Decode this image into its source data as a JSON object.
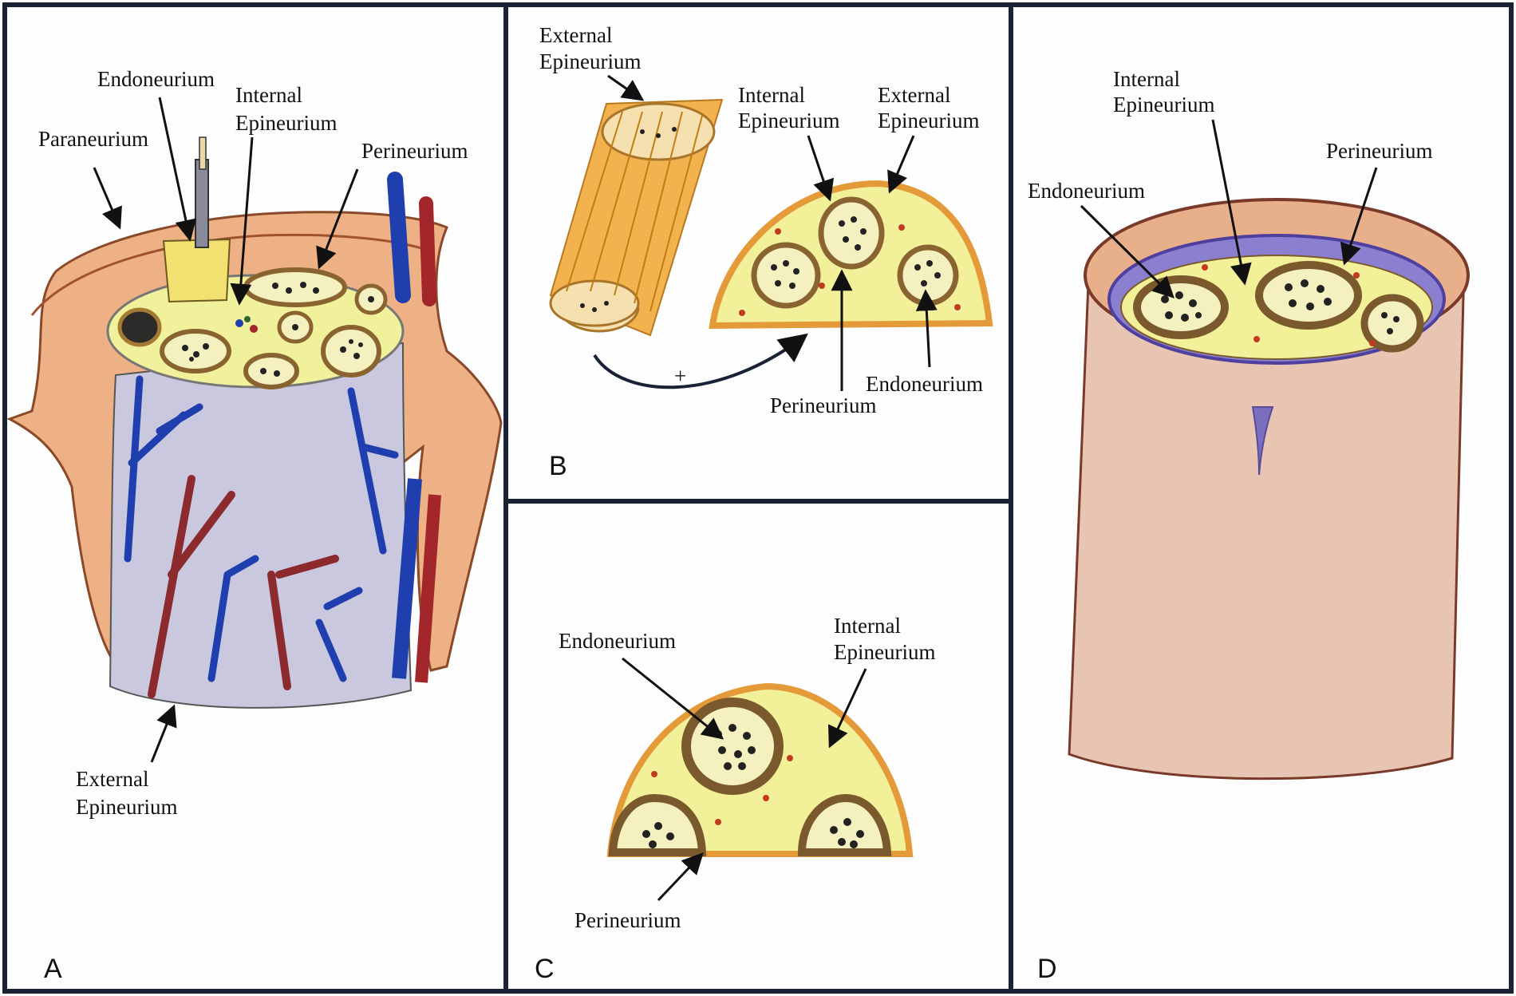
{
  "panels": {
    "a": {
      "letter": "A",
      "labels": {
        "endoneurium": "Endoneurium",
        "internal_epineurium": [
          "Internal",
          "Epineurium"
        ],
        "paraneurium": "Paraneurium",
        "perineurium": "Perineurium",
        "external_epineurium": [
          "External",
          "Epineurium"
        ]
      }
    },
    "b": {
      "letter": "B",
      "labels": {
        "external_epineurium_top": [
          "External",
          "Epineurium"
        ],
        "internal_epineurium": [
          "Internal",
          "Epineurium"
        ],
        "external_epineurium_right": [
          "External",
          "Epineurium"
        ],
        "perineurium": "Perineurium",
        "endoneurium": "Endoneurium",
        "plus_sign": "+"
      }
    },
    "c": {
      "letter": "C",
      "labels": {
        "endoneurium": "Endoneurium",
        "internal_epineurium": [
          "Internal",
          "Epineurium"
        ],
        "perineurium": "Perineurium"
      }
    },
    "d": {
      "letter": "D",
      "labels": {
        "internal_epineurium": [
          "Internal",
          "Epineurium"
        ],
        "perineurium": "Perineurium",
        "endoneurium": "Endoneurium"
      }
    }
  },
  "colors": {
    "border": "#1b2233",
    "epineurium_orange": "#f0a868",
    "paraneurium_tan": "#e9b488",
    "fascicle_fill": "#f3f09a",
    "perineurium_brown": "#7a5a2c",
    "vein_blue": "#1f3fae",
    "artery_red": "#a3262a",
    "nerve_gray": "#c9c8df",
    "d_cylinder": "#e8c5b2",
    "d_purple": "#6b5bb5"
  }
}
